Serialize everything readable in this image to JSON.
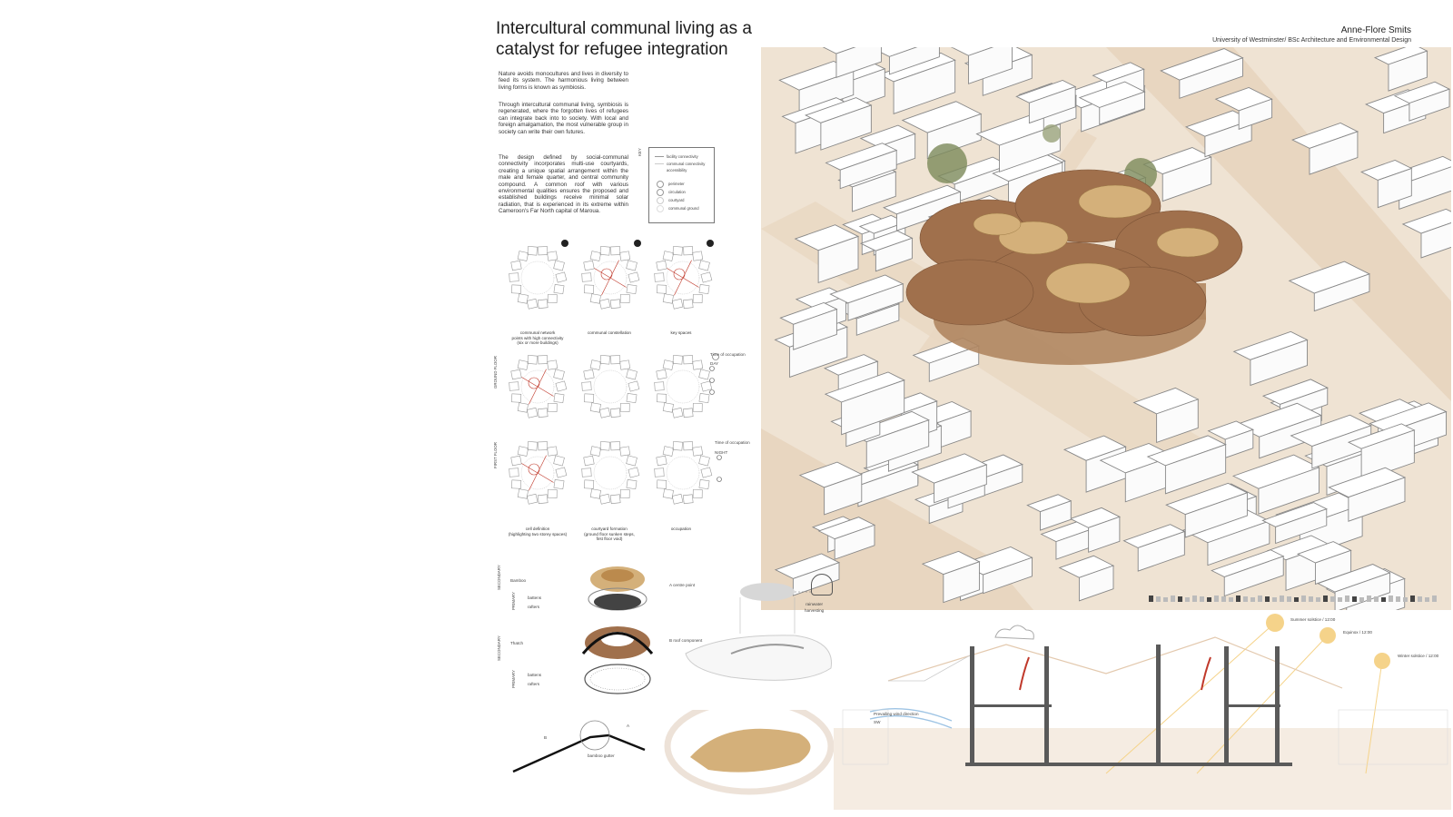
{
  "poster": {
    "title": "Intercultural communal living as a catalyst for refugee integration",
    "author": "Anne-Flore Smits",
    "affiliation": "University of Westminster/ BSc Architecture and Environmental Design",
    "paragraphs": [
      "Nature avoids monocultures and lives in diversity to feed its system. The harmonious living between living forms is known as symbiosis.",
      "Through intercultural communal living, symbiosis is regenerated, where the forgotten lives of refugees can integrate back into to society. With local and foreign amalgamation, the most vulnerable group in society can write their own futures.",
      "The design defined by social-communal connectivity incorporates multi-use courtyards, creating a unique spatial arrangement within the male and female quarter, and central community compound. A common roof with various environmental qualities ensures the proposed and established buildings receive minimal solar radiation, that is experienced in its extreme within Cameroon's Far North capital of Maroua."
    ]
  },
  "legend": {
    "key_label": "KEY",
    "items": [
      "facility connectivity",
      "communal connectivity",
      "accessibility",
      "perimeter",
      "circulation",
      "courtyard",
      "communal ground"
    ]
  },
  "diagrams": {
    "row1_captions": [
      "communal network\npoints with high connectivity\n(six or more buildings)",
      "communal constellation",
      "key spaces"
    ],
    "ground_floor_label": "GROUND FLOOR",
    "first_floor_label": "FIRST FLOOR",
    "occupation_day": {
      "heading": "Time of occupation",
      "period": "DAY"
    },
    "occupation_night": {
      "heading": "Time of occupation",
      "period": "NIGHT"
    },
    "row3_captions": [
      "cell definition\n(highlighting two storey spaces)",
      "courtyard formation\n(ground floor sunken steps,\nfirst floor void)",
      "occupation"
    ]
  },
  "roof_detail": {
    "secondary_label": "SECONDARY",
    "primary_label": "PRIMARY",
    "bamboo": "Bamboo",
    "thatch": "Thatch",
    "battens": "battens",
    "rafters": "rafters",
    "a_centre_point": "A centre point",
    "b_roof_component": "B roof component",
    "rainwater": "rainwater\nharvesting",
    "bamboo_gutter": "bamboo gutter",
    "letter_a": "A",
    "letter_b": "B"
  },
  "section": {
    "summer": "Summer solstice / 12:00",
    "equinox": "Equinox / 12:00",
    "winter": "Winter solstice / 12:00",
    "wind": "Prevailing wind direction",
    "wind_dir": "SW"
  },
  "colors": {
    "sand": "#efe3d3",
    "thatch": "#a0704c",
    "bamboo": "#d4b07a",
    "sun": "#f5d38a",
    "red": "#c0392b",
    "blue": "#4a89c0"
  }
}
